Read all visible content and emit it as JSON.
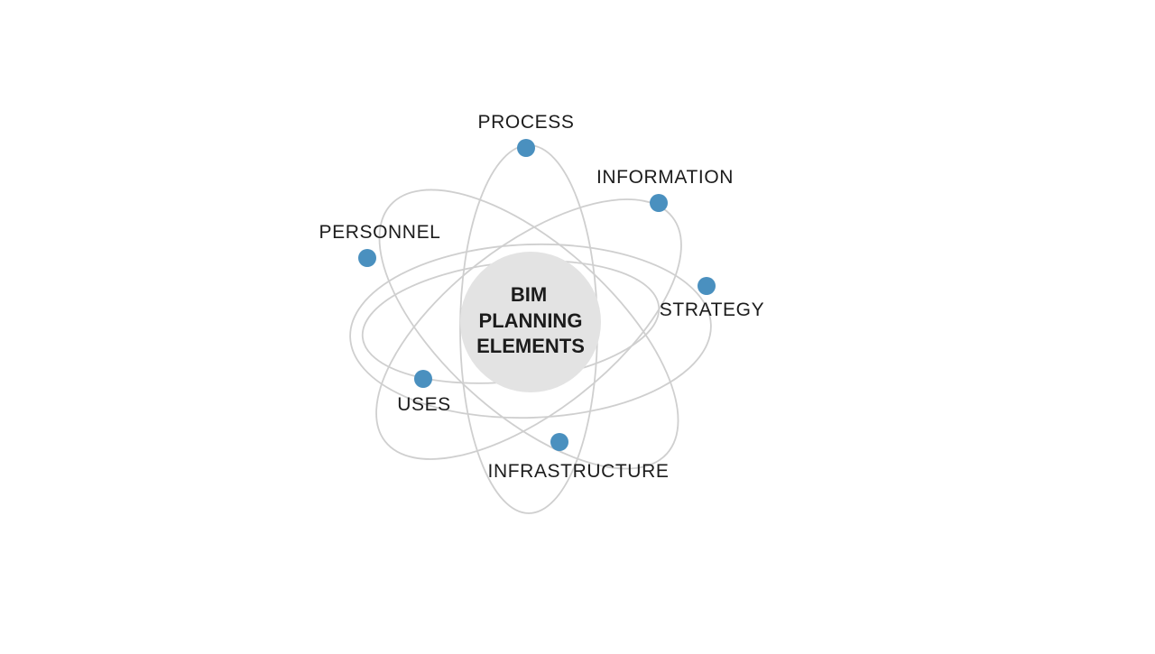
{
  "core": {
    "lines": [
      "BIM",
      "PLANNING",
      "ELEMENTS"
    ],
    "fill": "#e3e3e3"
  },
  "elements": [
    {
      "label": "PROCESS"
    },
    {
      "label": "INFORMATION"
    },
    {
      "label": "PERSONNEL"
    },
    {
      "label": "STRATEGY"
    },
    {
      "label": "USES"
    },
    {
      "label": "INFRASTRUCTURE"
    }
  ],
  "colors": {
    "node": "#4a90bf",
    "orbit": "#cfcfcf",
    "text": "#1c1c1c"
  }
}
